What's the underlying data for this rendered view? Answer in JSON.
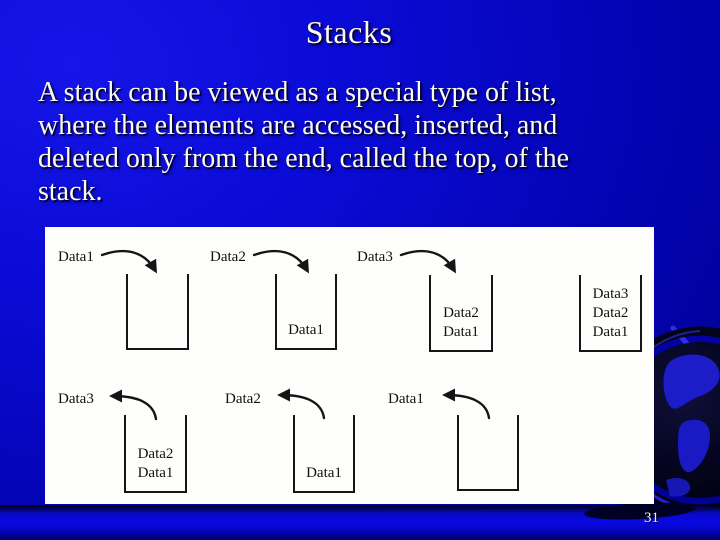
{
  "slide": {
    "title": "Stacks",
    "page_number": "31",
    "body_lines": [
      "A stack can be viewed as a special type of list,",
      "where the elements are accessed, inserted, and",
      "deleted only from the end, called the top, of the",
      "stack."
    ]
  },
  "diagram": {
    "description": "Stack push and pop operations shown as open-top containers",
    "cells": [
      {
        "label": "Data1",
        "operation": "push",
        "contents": []
      },
      {
        "label": "Data2",
        "operation": "push",
        "contents": [
          "Data1"
        ]
      },
      {
        "label": "Data3",
        "operation": "push",
        "contents": [
          "Data2",
          "Data1"
        ]
      },
      {
        "label": "",
        "operation": "none",
        "contents": [
          "Data3",
          "Data2",
          "Data1"
        ]
      },
      {
        "label": "Data3",
        "operation": "pop",
        "contents": [
          "Data2",
          "Data1"
        ]
      },
      {
        "label": "Data2",
        "operation": "pop",
        "contents": [
          "Data1"
        ]
      },
      {
        "label": "Data1",
        "operation": "pop",
        "contents": []
      }
    ]
  },
  "colors": {
    "background_bright": "#1515e8",
    "background_dark": "#000084",
    "bar_blue": "#0909e4",
    "panel_white": "#fefefc",
    "text_white": "#fbfbf2",
    "title_cream": "#fdfae6",
    "diagram_line": "#151515"
  }
}
